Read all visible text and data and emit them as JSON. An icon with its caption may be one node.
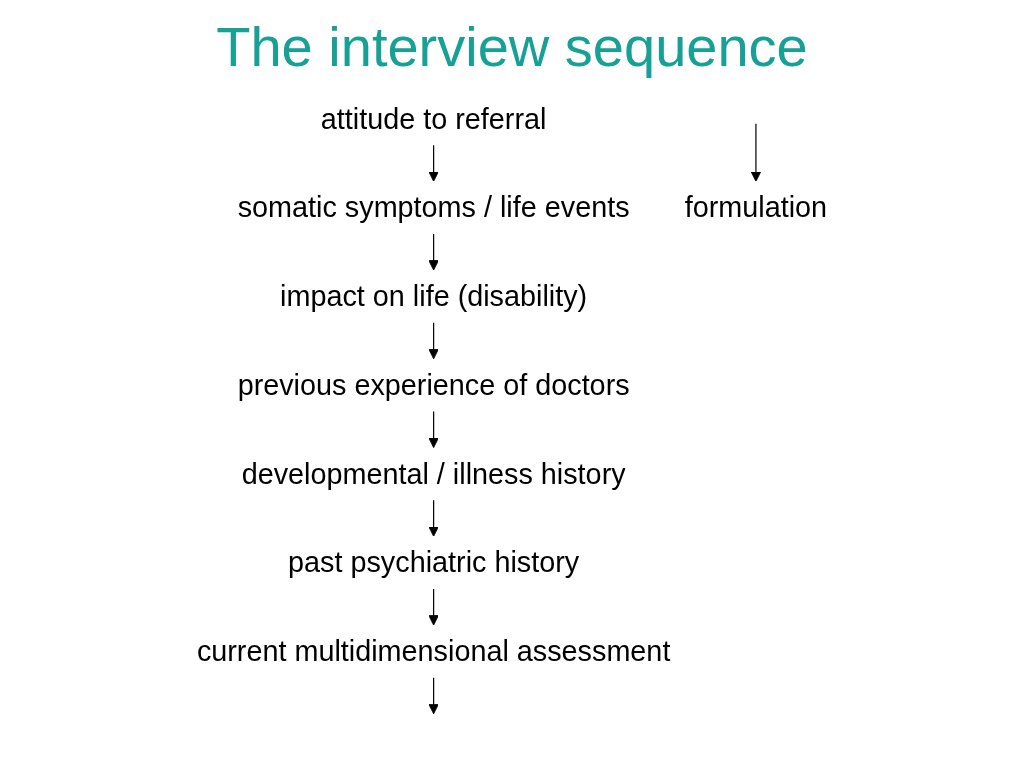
{
  "diagram": {
    "title": "The interview sequence",
    "nodes": [
      {
        "text": [
          "attitude to referral"
        ]
      },
      {
        "text": [
          "somatic symptoms / life events"
        ]
      },
      {
        "text": [
          "impact on life (disability)"
        ]
      },
      {
        "text": [
          "previous experience of doctors"
        ]
      },
      {
        "text": [
          "developmental / illness history"
        ]
      },
      {
        "text": [
          "past psychiatric history"
        ]
      },
      {
        "text": [
          "current multidimensional assessment"
        ]
      },
      {
        "text": [
          "formulation"
        ]
      }
    ],
    "edges": [
      {
        "from": 0,
        "to": 1,
        "arrow": "to"
      },
      {
        "from": 1,
        "to": 2,
        "arrow": "to"
      },
      {
        "from": 2,
        "to": 3,
        "arrow": "to"
      },
      {
        "from": 3,
        "to": 4,
        "arrow": "to"
      },
      {
        "from": 4,
        "to": 5,
        "arrow": "to"
      },
      {
        "from": 5,
        "to": 6,
        "arrow": "to"
      },
      {
        "from": 6,
        "to": null,
        "arrow": "to"
      },
      {
        "from": null,
        "to": 7,
        "arrow": "to"
      }
    ]
  }
}
